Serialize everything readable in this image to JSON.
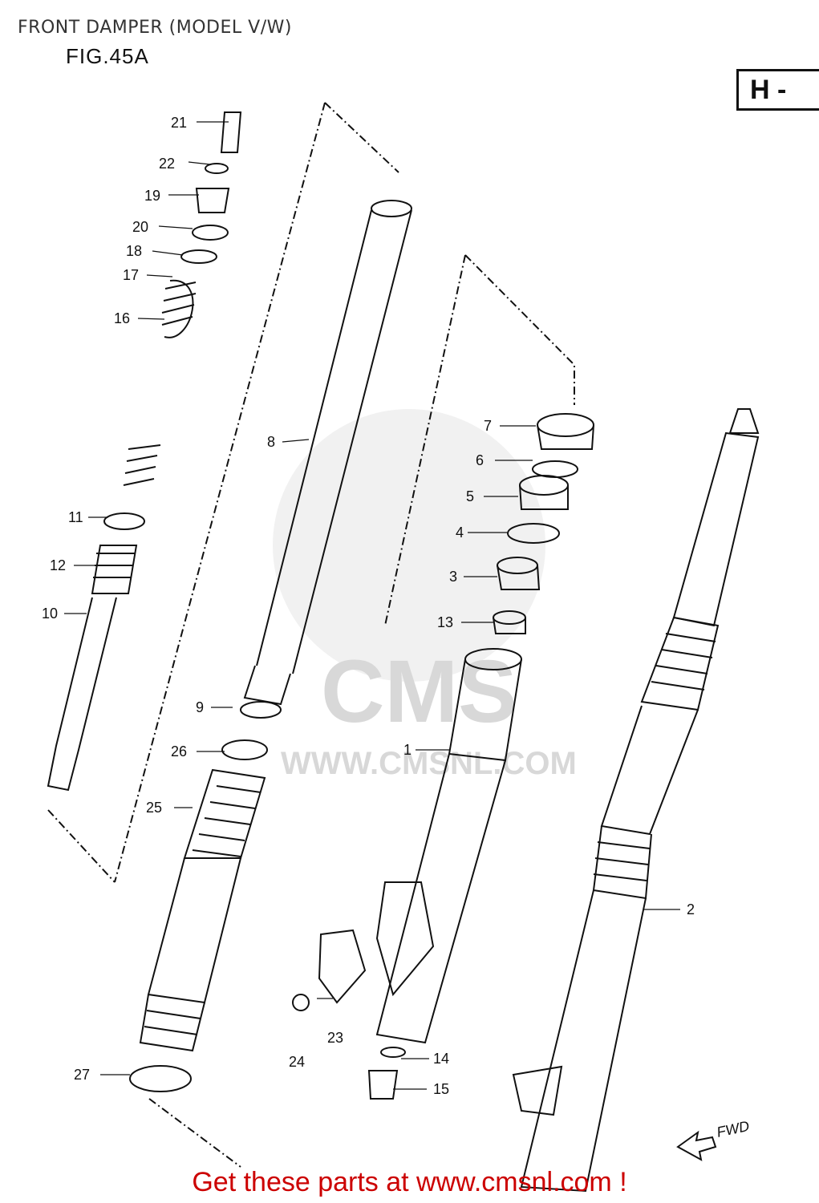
{
  "header": {
    "title": "FRONT DAMPER (MODEL V/W)",
    "figure": "FIG.45A",
    "section_tag": "H -"
  },
  "watermark": {
    "logo_text": "CMS",
    "url_text": "WWW.CMSNL.COM"
  },
  "direction_label": "FWD",
  "callouts": [
    "21",
    "22",
    "19",
    "20",
    "18",
    "17",
    "16",
    "8",
    "11",
    "12",
    "10",
    "9",
    "26",
    "25",
    "27",
    "7",
    "6",
    "5",
    "4",
    "3",
    "13",
    "1",
    "2",
    "23",
    "24",
    "14",
    "15"
  ],
  "footer": {
    "link_text": "Get these parts at www.cmsnl.com !"
  },
  "colors": {
    "line": "#111111",
    "footer_link": "#cc0000",
    "watermark": "#d0d0d0"
  }
}
